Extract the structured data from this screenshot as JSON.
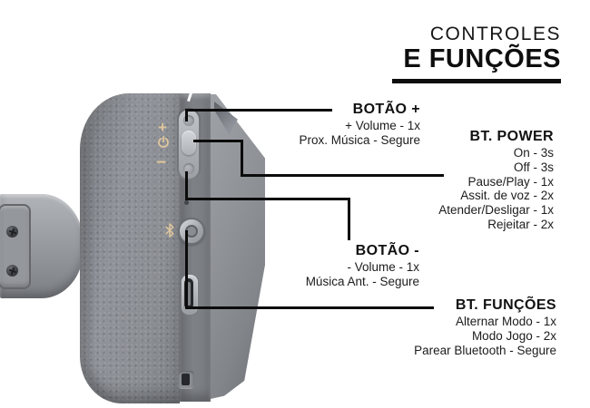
{
  "title": {
    "line1": "CONTROLES",
    "line2": "E FUNÇÕES"
  },
  "callouts": {
    "botao_plus": {
      "title": "BOTÃO +",
      "items": [
        "+ Volume - 1x",
        "Prox. Música - Segure"
      ]
    },
    "bt_power": {
      "title": "BT. POWER",
      "items": [
        "On - 3s",
        "Off - 3s",
        "Pause/Play - 1x",
        "Assit. de voz - 2x",
        "Atender/Desligar - 1x",
        "Rejeitar - 2x"
      ]
    },
    "botao_minus": {
      "title": "BOTÃO -",
      "items": [
        "- Volume - 1x",
        "Música Ant. - Segure"
      ]
    },
    "bt_funcoes": {
      "title": "BT. FUNÇÕES",
      "items": [
        "Alternar Modo - 1x",
        "Modo Jogo - 2x",
        "Parear Bluetooth - Segure"
      ]
    }
  },
  "device": {
    "icons": {
      "plus_glyph": "+",
      "minus_glyph": "−",
      "power_icon": "power-symbol",
      "bluetooth_icon": "bluetooth-symbol"
    }
  },
  "colors": {
    "accent_gold": "#dfc69d",
    "callout_line": "#0c0c0c",
    "text": "#1a1a1a"
  }
}
